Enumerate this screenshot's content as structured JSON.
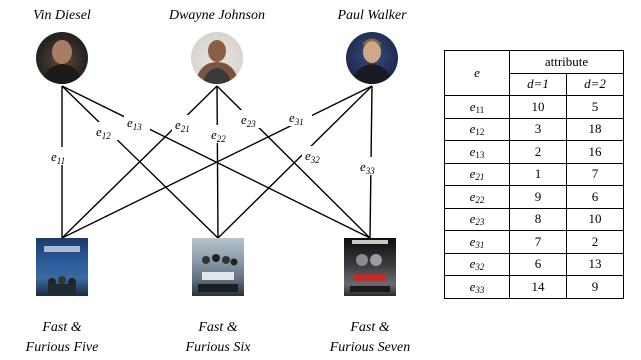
{
  "actors": [
    {
      "name": "Vin Diesel"
    },
    {
      "name": "Dwayne Johnson"
    },
    {
      "name": "Paul Walker"
    }
  ],
  "movies": [
    {
      "line1": "Fast &",
      "line2": "Furious Five"
    },
    {
      "line1": "Fast &",
      "line2": "Furious Six"
    },
    {
      "line1": "Fast &",
      "line2": "Furious Seven"
    }
  ],
  "edges": [
    {
      "base": "e",
      "sub": "11"
    },
    {
      "base": "e",
      "sub": "12"
    },
    {
      "base": "e",
      "sub": "13"
    },
    {
      "base": "e",
      "sub": "21"
    },
    {
      "base": "e",
      "sub": "22"
    },
    {
      "base": "e",
      "sub": "23"
    },
    {
      "base": "e",
      "sub": "31"
    },
    {
      "base": "e",
      "sub": "32"
    },
    {
      "base": "e",
      "sub": "33"
    }
  ],
  "table": {
    "header_e": "e",
    "header_attribute": "attribute",
    "col1": "d=1",
    "col2": "d=2",
    "rows": [
      {
        "sub": "11",
        "v1": "10",
        "v2": "5"
      },
      {
        "sub": "12",
        "v1": "3",
        "v2": "18"
      },
      {
        "sub": "13",
        "v1": "2",
        "v2": "16"
      },
      {
        "sub": "21",
        "v1": "1",
        "v2": "7"
      },
      {
        "sub": "22",
        "v1": "9",
        "v2": "6"
      },
      {
        "sub": "23",
        "v1": "8",
        "v2": "10"
      },
      {
        "sub": "31",
        "v1": "7",
        "v2": "2"
      },
      {
        "sub": "32",
        "v1": "6",
        "v2": "13"
      },
      {
        "sub": "33",
        "v1": "14",
        "v2": "9"
      }
    ]
  }
}
